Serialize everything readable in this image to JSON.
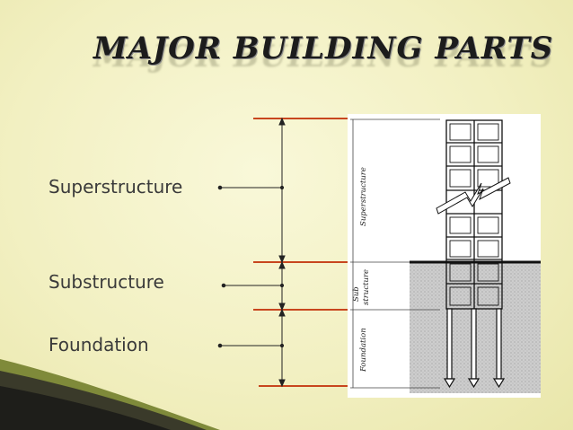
{
  "slide": {
    "title": "MAJOR BUILDING PARTS",
    "labels": {
      "superstructure": "Superstructure",
      "substructure": "Substructure",
      "foundation": "Foundation"
    },
    "figure_labels": {
      "superstructure": "Superstructure",
      "substructure_line1": "Sub",
      "substructure_line2": "structure",
      "foundation": "Foundation"
    }
  },
  "colors": {
    "background": "#f4f2c6",
    "accent_line": "#c8461e",
    "ground": "#c9c9c9"
  }
}
